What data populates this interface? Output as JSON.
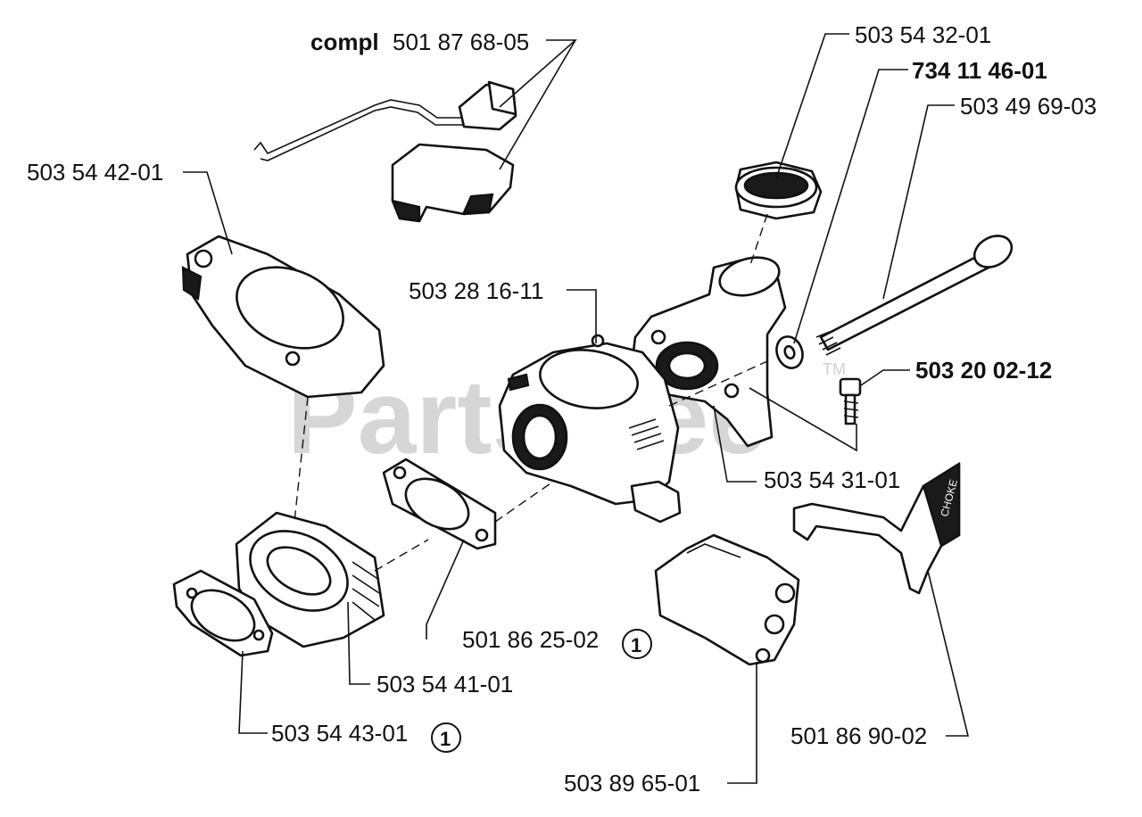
{
  "watermark": {
    "text": "PartsTree",
    "tm": "TM"
  },
  "labels": {
    "compl_prefix": "compl",
    "compl_part": "501 87 68-05",
    "p_503_54_32_01": "503 54 32-01",
    "p_734_11_46_01": "734 11 46-01",
    "p_503_49_69_03": "503 49 69-03",
    "p_503_54_42_01": "503 54 42-01",
    "p_503_28_16_11": "503 28 16-11",
    "p_503_20_02_12": "503 20 02-12",
    "p_503_54_31_01": "503 54 31-01",
    "p_501_86_25_02": "501 86 25-02",
    "p_503_54_41_01": "503 54 41-01",
    "p_503_54_43_01": "503 54 43-01",
    "p_501_86_90_02": "501 86 90-02",
    "p_503_89_65_01": "503 89 65-01"
  },
  "markers": {
    "note_1": "1",
    "note_2": "1"
  },
  "choke_text": "CHOKE"
}
